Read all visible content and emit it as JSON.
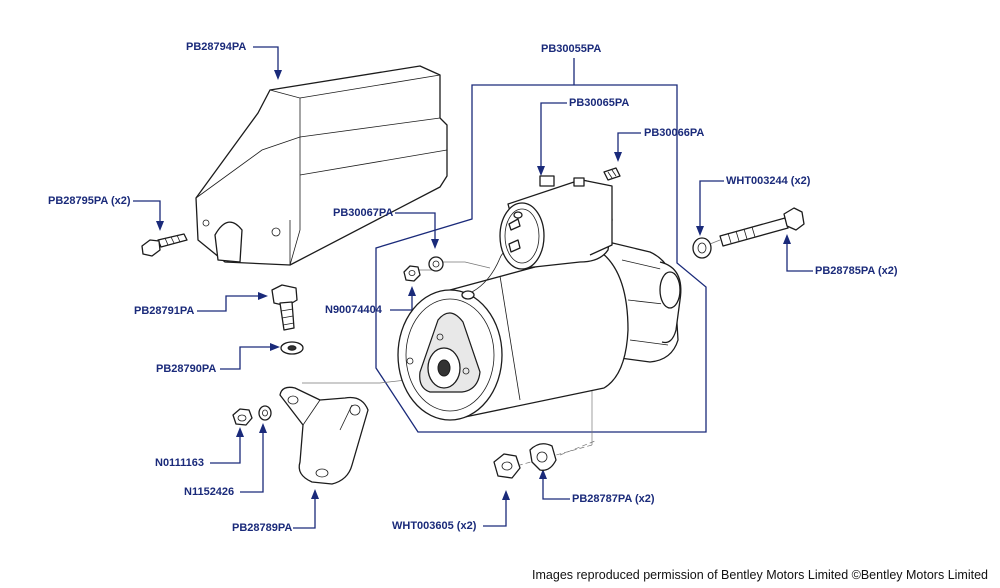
{
  "callouts": {
    "cover": "PB28794PA",
    "cover_bolt": "PB28795PA (x2)",
    "bolt": "PB28791PA",
    "washer": "PB28790PA",
    "nut_small": "N0111163",
    "washer_small": "N1152426",
    "bracket": "PB28789PA",
    "starter_assembly": "PB30055PA",
    "solenoid": "PB30065PA",
    "solenoid_screw": "PB30066PA",
    "solenoid_washer": "PB30067PA",
    "solenoid_nut": "N90074404",
    "mount_washer": "WHT003244 (x2)",
    "mount_bolt": "PB28785PA (x2)",
    "mount_nut": "WHT003605 (x2)",
    "mount_spacer": "PB28787PA (x2)"
  },
  "credit": "Images reproduced permission of Bentley Motors Limited ©Bentley Motors Limited",
  "colors": {
    "callout_text": "#1a2a7a",
    "leader_line": "#1a2a7a",
    "drawing_line": "#1c1c1c"
  }
}
